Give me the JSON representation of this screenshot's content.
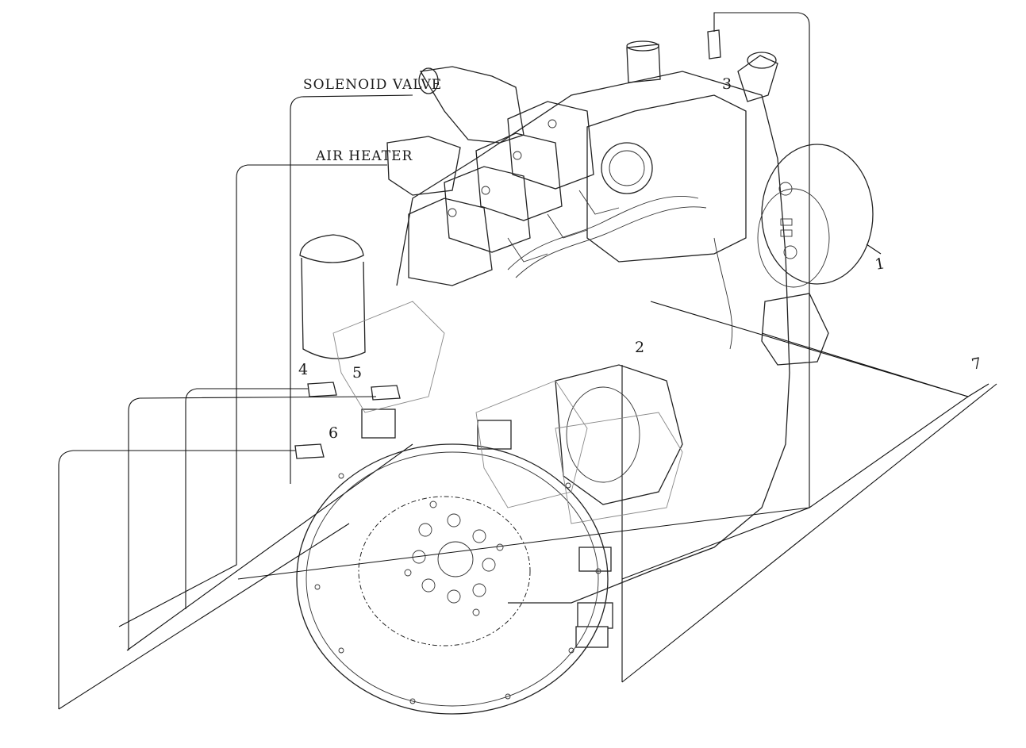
{
  "labels": {
    "solenoid_valve": "SOLENOID VALVE",
    "air_heater": "AIR HEATER"
  },
  "callouts": [
    "1",
    "2",
    "3",
    "4",
    "5",
    "6",
    "7"
  ]
}
